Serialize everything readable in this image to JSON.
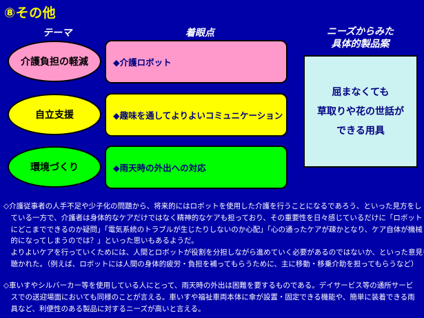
{
  "title": "⑧その他",
  "headers": {
    "theme": "テーマ",
    "focus": "着眼点",
    "needs_line1": "ニーズからみた",
    "needs_line2": "具体的製品案"
  },
  "rows": [
    {
      "theme": "介護負担の軽減",
      "focus": "◆介護ロボット",
      "oval_color": "#ff99cc",
      "rect_color": "#ff99cc"
    },
    {
      "theme": "自立支援",
      "focus": "◆趣味を通してよりよいコミュニケーション",
      "oval_color": "#ffff00",
      "rect_color": "#ffff00"
    },
    {
      "theme": "環境づくり",
      "focus": "◆雨天時の外出への対応",
      "oval_color": "#00ff00",
      "rect_color": "#00ff00"
    }
  ],
  "product": {
    "line1": "屈まなくても",
    "line2": "草取りや花の世話が",
    "line3": "できる用具"
  },
  "notes": {
    "p1": [
      "◇介護従事者の人手不足や少子化の問題から、将来的にはロボットを使用した介護を行うことになるであろう、といった見方をし",
      "　ている一方で、介護者は身体的なケアだけではなく精神的なケアも担っており、その重要性を日々感じているだけに「ロボット",
      "　にどこまでできるのか疑問」「電気系統のトラブルが生じたりしないのか心配」「心の通ったケアが疎かとなり、ケア自体が機械",
      "　的になってしまうのでは？」といった思いもあるようだ。",
      "　よりよいケアを行っていくためには、人間とロボットが役割を分担しながら進めていく必要があるのではないか、といった意見も",
      "　聴かれた。（例えば、ロボットには人間の身体的疲労・負担を補ってもらうために、主に移動・移乗介助を担ってもらうなど）"
    ],
    "p2": [
      "◇車いすやシルバーカー等を使用している人にとって、雨天時の外出は困難を要するものである。デイサービス等の通所サービ",
      "　スでの送迎場面においても同様のことが言える。車いすや福祉車両本体に傘が設置・固定できる機能や、簡単に装着できる雨",
      "　具など、利便性のある製品に対するニーズが高いと言える。"
    ]
  },
  "colors": {
    "background": "#0000a8",
    "title": "#f7f700",
    "pink": "#ff99cc",
    "yellow": "#ffff00",
    "green": "#00ff00",
    "needs_box": "#ccf2f2",
    "navy_text": "#000080"
  }
}
